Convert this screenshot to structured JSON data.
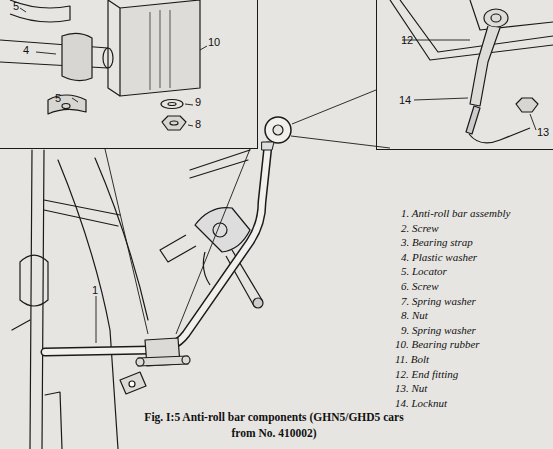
{
  "diagram": {
    "caption": "Fig. I:5 Anti-roll bar components (GHN5/GHD5 cars from No. 410002)",
    "nodes": [
      {
        "text": [
          "5",
          "4",
          "10",
          "5",
          "9",
          "8"
        ]
      },
      {
        "text": [
          "12",
          "14",
          "13"
        ]
      }
    ],
    "labels": [
      "1",
      "1. Anti-roll bar assembly",
      "2. Screw",
      "3. Bearing strap",
      "4. Plastic washer",
      "5. Locator",
      "6. Screw",
      "7. Spring washer",
      "8. Nut",
      "9. Spring washer",
      "10. Bearing rubber",
      "11. Bolt",
      "12. End fitting",
      "13. Nut",
      "14. Locknut"
    ]
  }
}
